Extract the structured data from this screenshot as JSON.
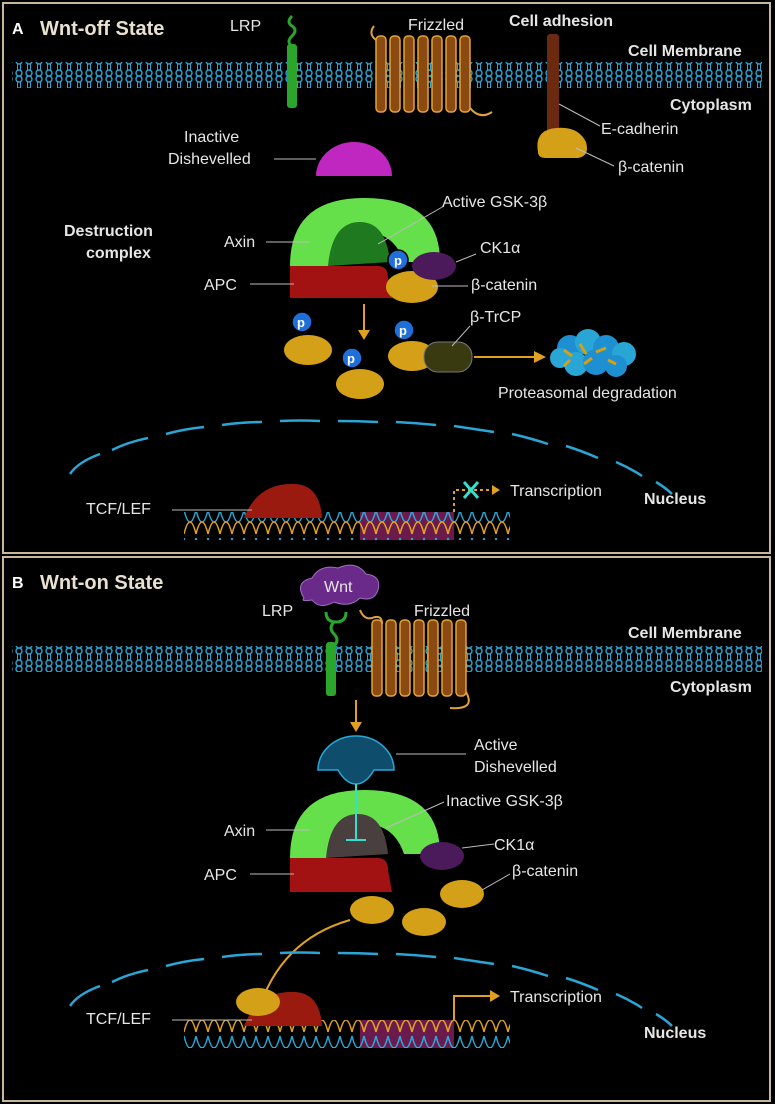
{
  "panelA": {
    "letter": "A",
    "title": "Wnt-off State",
    "labels": {
      "lrp": "LRP",
      "frizzled": "Frizzled",
      "cell_adhesion": "Cell adhesion",
      "cell_membrane": "Cell Membrane",
      "cytoplasm": "Cytoplasm",
      "e_cadherin": "E-cadherin",
      "beta_catenin_adhesion": "β-catenin",
      "inactive_dishevelled_1": "Inactive",
      "inactive_dishevelled_2": "Dishevelled",
      "active_gsk": "Active GSK-3β",
      "destruction_1": "Destruction",
      "destruction_2": "complex",
      "axin": "Axin",
      "ck1a": "CK1α",
      "apc": "APC",
      "beta_catenin": "β-catenin",
      "beta_trcp": "β-TrCP",
      "proteasomal": "Proteasomal degradation",
      "tcf_lef": "TCF/LEF",
      "transcription": "Transcription",
      "nucleus": "Nucleus",
      "p": "p"
    }
  },
  "panelB": {
    "letter": "B",
    "title": "Wnt-on State",
    "labels": {
      "wnt": "Wnt",
      "lrp": "LRP",
      "frizzled": "Frizzled",
      "cell_membrane": "Cell Membrane",
      "cytoplasm": "Cytoplasm",
      "active_dishevelled_1": "Active",
      "active_dishevelled_2": "Dishevelled",
      "inactive_gsk": "Inactive GSK-3β",
      "axin": "Axin",
      "ck1a": "CK1α",
      "apc": "APC",
      "beta_catenin": "β-catenin",
      "tcf_lef": "TCF/LEF",
      "transcription": "Transcription",
      "nucleus": "Nucleus"
    }
  },
  "colors": {
    "border": "#c9b79c",
    "membrane": "#2aa6d6",
    "lrp": "#2ba52b",
    "frizzled": "#8a4a12",
    "frizzled_line": "#e2a23a",
    "cadherin": "#6b2a10",
    "catenin": "#d4a017",
    "dishevelled_inactive": "#c026c0",
    "dishevelled_active": "#0e4d6b",
    "axin": "#66e04a",
    "gsk_active": "#1f7a1f",
    "gsk_inactive": "#4a3f3f",
    "apc": "#a31212",
    "ck1a": "#4a1a5a",
    "trcp": "#3a3a10",
    "phospho": "#1e6fd9",
    "arrow": "#e0a020",
    "tcf": "#9a1a10",
    "dna_a": "#2aa6d6",
    "dna_b": "#e0a020",
    "dna_target": "#c0308a",
    "wnt": "#6a2a8a",
    "cross": "#33e0d0"
  }
}
